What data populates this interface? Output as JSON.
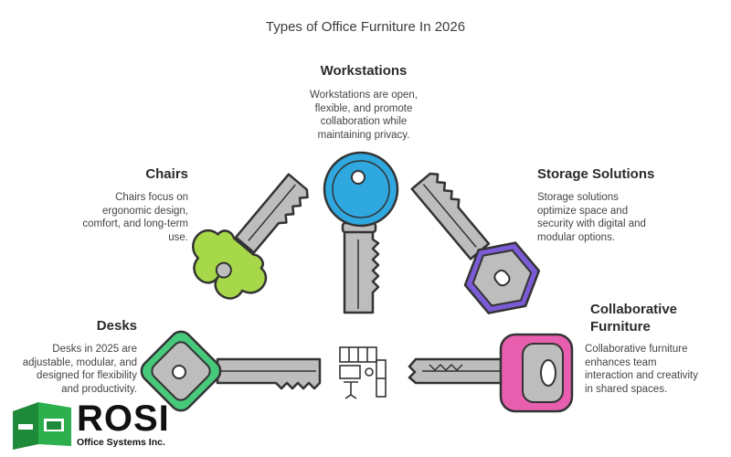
{
  "title": "Types of Office Furniture In 2026",
  "items": {
    "workstations": {
      "heading": "Workstations",
      "lines": [
        "Workstations are open,",
        "flexible, and promote",
        "collaboration while",
        "maintaining privacy."
      ],
      "color": "#2fa8e0"
    },
    "chairs": {
      "heading": "Chairs",
      "lines": [
        "Chairs focus on",
        "ergonomic design,",
        "comfort, and long-term",
        "use."
      ],
      "color": "#a6d84a"
    },
    "storage": {
      "heading": "Storage Solutions",
      "lines": [
        "Storage solutions",
        "optimize space and",
        "security with digital and",
        "modular options."
      ],
      "color": "#7b5cd6"
    },
    "desks": {
      "heading": "Desks",
      "lines": [
        "Desks in 2025 are",
        "adjustable, modular, and",
        "designed for flexibility",
        "and productivity."
      ],
      "color": "#47c97a"
    },
    "collaborative": {
      "heading_lines": [
        "Collaborative",
        "Furniture"
      ],
      "lines": [
        "Collaborative furniture",
        "enhances team",
        "interaction and creativity",
        "in shared spaces."
      ],
      "color": "#e85fb0"
    }
  },
  "logo": {
    "word": "ROSI",
    "subtitle": "Office Systems Inc."
  }
}
